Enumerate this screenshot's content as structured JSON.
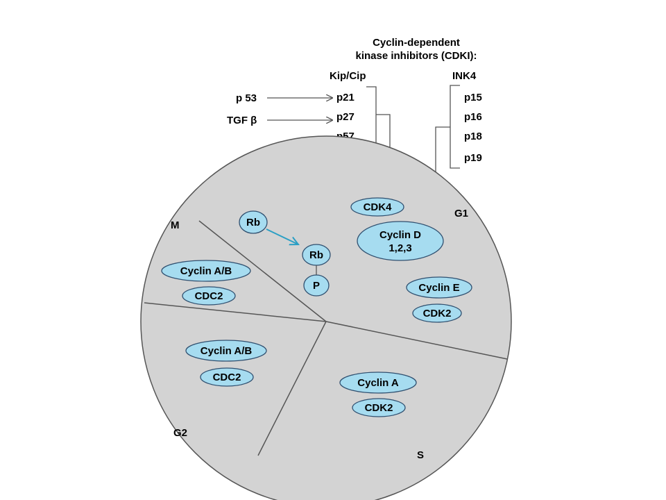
{
  "colors": {
    "background": "#ffffff",
    "cycle_fill": "#d3d3d3",
    "cycle_stroke": "#555555",
    "oval_fill": "#a6dcf0",
    "oval_stroke": "#2f4f6f",
    "rb_arrow": "#2b9fc4",
    "line": "#555555"
  },
  "title": {
    "line1": "Cyclin-dependent",
    "line2": "kinase inhibitors (CDKI):"
  },
  "kip_cip": {
    "header": "Kip/Cip",
    "members": [
      "p21",
      "p27",
      "p57"
    ]
  },
  "ink4": {
    "header": "INK4",
    "members": [
      "p15",
      "p16",
      "p18",
      "p19"
    ]
  },
  "regulators": {
    "p53": "p 53",
    "tgfb": "TGF β"
  },
  "phases": {
    "g1": "G1",
    "s": "S",
    "g2": "G2",
    "m": "M"
  },
  "g1_sector": {
    "cdk4": "CDK4",
    "cyclin_d_line1": "Cyclin D",
    "cyclin_d_line2": "1,2,3",
    "cyclin_e": "Cyclin E",
    "cdk2": "CDK2",
    "rb": "Rb",
    "rb_phos": "Rb",
    "phosphate": "P"
  },
  "s_sector": {
    "cyclin_a": "Cyclin A",
    "cdk2": "CDK2"
  },
  "g2_sector": {
    "cyclin_ab": "Cyclin A/B",
    "cdc2": "CDC2"
  },
  "m_sector": {
    "cyclin_ab": "Cyclin A/B",
    "cdc2": "CDC2"
  }
}
